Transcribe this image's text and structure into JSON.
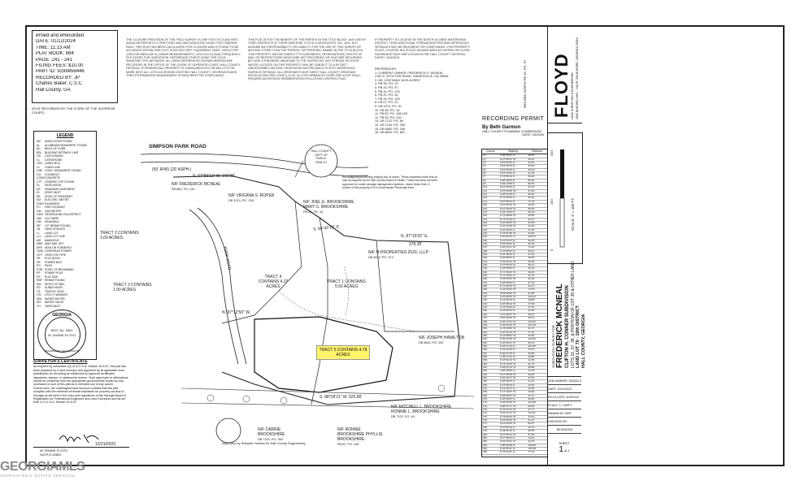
{
  "recording": {
    "lines": [
      "eFiled and eRecorded",
      "DATE: 01/12/2024",
      "TIME: 11:13 AM",
      "PLAT BOOK: 884",
      "PAGE: 241 - 241",
      "FILING FEES: $10.00",
      "PART ID: 9299856446",
      "RECORDED BY: JP",
      "Charles Baker, C.S.C",
      "Hall County, GA"
    ],
    "footer": "(PLAT RECORDED BY THE CLERK OF THE SUPERIOR COURT)"
  },
  "notes": {
    "col1": "THE CLOSURE PRECISION OF THE FIELD SURVEY IS ONE FOOT IN 23,844 FEET, ANGULAR ERROR IS 4\" PER POINT AND WAS ADJUSTED USING THE COMPASS RULE. THIS PLAT HAS BEEN CALCULATED FOR CLOSURE AND IS FOUND TO BE ACCURATE WITHIN ONE FOOT IN 873,802 FEET. EQUIPMENT USED: LEICA TCRP 1205 FOR ANGULAR & LINEAR MEASUREMENTS. LEICA GS 16 DUAL FREQUENCY RTK ROVER FOR HORIZONTAL REFERENCE POINTS USING THE LEICA SMARTNET RTK NETWORK. ALL DEED REFERENCES SHOWN HEREON ARE RECORDED IN THE OFFICE OF THE CLERK OF SUPERIOR COURT, HALL COUNTY, GEORGIA. IF RESIDENTIAL PROPERTY IS SUBDIVIDED INTO SEVEN LOTS OR MORE WITH ALL LOTS ACCESSING EXISTING HALL COUNTY, GEORGIA ROADS, THEN STORMWATER MANAGEMENT IS REQUIRED FOR COMPLIANCE.",
    "col2": "THIS PLAT IS FOR THE BENEFIT OF THE PARTIES IN THE TITLE BLOCK. ANY USE BY THIRD PARTIES IS AT THEIR OWN RISK. FLOYD & ASSOCIATES, INC. WILL NOT ASSUME ANY RESPONSIBILITY OR LIABILITY FOR THE USE OF THIS SURVEY BY ANYONE OTHER THAN THE PERSON, OR PERSONS, NAMED IN THE TITLE BLOCK. THIS PROPERTY MAY BE SUBJECT TO EASEMENTS, RESERVATIONS, RIGHTS OF WAY, OR RESTRICTIONS WHICH ARE NOT RECORDED OR THAT ARE RECORDED, BUT ARE OTHERWISE UNKNOWN TO THE SURVEYOR. ANY STREAM OR STATE WATER LOCATED ON THIS PROPERTY MAY BE SUBJECT TO A 50 FEET UNDISTURBED NATURAL VEGETATIVE BUFFER AND A 75 FEET IMPERVIOUS SURFACE SETBACK. ALL DRIVEWAYS MUST MEET HALL COUNTY DRIVEWAY REGULATIONS PER CODE § 12.40. ALL DISTURBANCES OVER ONE ACRE SHALL REQUIRE AN EROSION SEDIMENTATION POLLUTION CONTROL PLAN.",
    "col3": "IF PROPERTY IS LOCATED IN THE NORTH OCONEE WATERSHED DISTRICT, THEN ADDITIONAL STREAM BUFFERS AND IMPERVIOUS SETBACKS MAY BE REQUIRED FOR COMPLIANCE. THIS PROPERTY IS NOT LOCATED IN A FLOOD HAZARD AREA AS SHOWN ON FLOOD INSURANCE RATE MAP #13139C0175E, HALL COUNTY GEORGIA, DATED: 4/16/2018."
  },
  "references": {
    "title": "REFERENCES:",
    "items": [
      "1. CURRENT OWNER: FREDERICK G. MCNEAL",
      "2100 S. 29TH FOR ROAD, GAINESVILLE, GA 30506,",
      "2. 3/8, CONTAINS 16.55 ACRES",
      "3. PB 38, PG. 13",
      "4. PB 15, PG. 97",
      "5. PB 15, PG. 129",
      "6. PB 20, PG. 44",
      "7. PB 26, PG. 125",
      "8. PB 57, PG. 22",
      "9. DB 1074, PG. 51",
      "10. PB 69, PG. 32",
      "11. PB 63, PG. 108-109",
      "12. PB 82, PG. 240",
      "13. DB 7122, PG. 69",
      "14. DB 7134, PG. 333",
      "15. DB 5682, PG. 259",
      "16. DB 8810, PG. 657"
    ]
  },
  "legend": {
    "title": "LEGEND",
    "items": [
      {
        "sym": "AIF",
        "label": "ANGLE IRON FOUND"
      },
      {
        "sym": "AL",
        "label": "ALUMINUM MONUMENT FOUND"
      },
      {
        "sym": "BC",
        "label": "BACK OF CURB"
      },
      {
        "sym": "BSL",
        "label": "BUILDING SETBACK LINE"
      },
      {
        "sym": "CB",
        "label": "CATCH BASIN"
      },
      {
        "sym": "CL",
        "label": "CENTERLINE"
      },
      {
        "sym": "CBX",
        "label": "CABLE BOX"
      },
      {
        "sym": "CL",
        "label": "CHAIN LINK"
      },
      {
        "sym": "CMF",
        "label": "CONC. MONUMENT FOUND"
      },
      {
        "sym": "CO",
        "label": "CLEANOUT"
      },
      {
        "sym": "CONC",
        "label": "CONCRETE"
      },
      {
        "sym": "CTF",
        "label": "CRIMPED TOP FOUND"
      },
      {
        "sym": "DI",
        "label": "DEED BOOK"
      },
      {
        "sym": "DE",
        "label": "DRAINAGE EASEMENT"
      },
      {
        "sym": "DI",
        "label": "DROP INLET"
      },
      {
        "sym": "EB",
        "label": "EDGE OF PAVEMENT"
      },
      {
        "sym": "EM",
        "label": "ELECTRIC METER"
      },
      {
        "sym": "ESMT",
        "label": "EASEMENT"
      },
      {
        "sym": "FH",
        "label": "FIRE HYDRANT"
      },
      {
        "sym": "GM",
        "label": "GAS METER"
      },
      {
        "sym": "GMS",
        "label": "GEORGIA MILITIA DISTRICT"
      },
      {
        "sym": "GW",
        "label": "GUY WIRE"
      },
      {
        "sym": "HW",
        "label": "HEADWALL"
      },
      {
        "sym": "IPF",
        "label": "1/2\" REBAR FOUND"
      },
      {
        "sym": "JB",
        "label": "JUNCTION BOX"
      },
      {
        "sym": "LL",
        "label": "LAND LOT"
      },
      {
        "sym": "LLL",
        "label": "LAND LOT LINE"
      },
      {
        "sym": "MH",
        "label": "MAINHOLE"
      },
      {
        "sym": "MNS",
        "label": "MAG NAIL SET"
      },
      {
        "sym": "NFR",
        "label": "NOW OR FORMERLY"
      },
      {
        "sym": "OHW",
        "label": "OVERHEAD POWER"
      },
      {
        "sym": "OTP",
        "label": "OPEN TOP PIPE"
      },
      {
        "sym": "PB",
        "label": "PLAT BOOK"
      },
      {
        "sym": "PB",
        "label": "POWER BOX"
      },
      {
        "sym": "PG",
        "label": "PAGE"
      },
      {
        "sym": "POB",
        "label": "POINT OF BEGINNING"
      },
      {
        "sym": "PP",
        "label": "POWER POLE"
      },
      {
        "sym": "PS",
        "label": "PLAT SIZE"
      },
      {
        "sym": "RBF",
        "label": "REBAR FOUND"
      },
      {
        "sym": "RW",
        "label": "RIGHT OF WAY"
      },
      {
        "sym": "SD",
        "label": "SUBDIVISION"
      },
      {
        "sym": "TS",
        "label": "TRAFFIC SIGN"
      },
      {
        "sym": "UTL",
        "label": "UTILITY MARKER"
      },
      {
        "sym": "WM",
        "label": "WATER METER"
      },
      {
        "sym": "WV",
        "label": "WATER VALVE"
      },
      {
        "sym": "YH",
        "label": "YARD INLET"
      }
    ]
  },
  "seal": {
    "ring": "GEORGIA",
    "number": "REG. No. 2801",
    "name": "W. SHANE FLOYD",
    "label": "PROFESSIONAL LAND SURVEYOR"
  },
  "surveyor": {
    "title": "SURVEYOR'S CERTIFICATE",
    "text": "As required by subsection (d) of O.C.G.A. Section 15-6-67, this plat has been prepared by a land surveyor and approved by all applicable local jurisdictions for recording as evidenced by approval certificates, signatures, stamps, or statements hereon. Such approvals or affirmations should be confirmed with the appropriate governmental bodies by any purchaser or user of this plat as to intended use of any parcel. Furthermore, the undersigned land surveyor certifies that this plat complies with the minimum technical standards for property surveys in Georgia as set forth in the rules and regulations of the Georgia Board of Registration for Professional Engineers and Land Surveyors and as set forth in O.C.G.A. Section 15-6-67.",
    "signdate": "12/21/2023",
    "signer": "W. SHANE FLOYD",
    "reg": "GA PLS #2801"
  },
  "map": {
    "road": "SIMPSON PARK ROAD",
    "road_sub": "(50' R/W) (20' ASPH.)",
    "health_stamp": [
      "HALL COUNTY",
      "DEPT OF",
      "PUBLIC",
      "HEALTH"
    ],
    "health_note": "Reconfiguring/combining existing lots of record. These properties meet this lot size as required by the Hall County Board of Health. These lots have not been approved for onsite sewage management systems. Jaden Deas Sole. A portion of this property is in a Groundwater Recharge Area.",
    "fork_road": "FORK ROAD",
    "labels": [
      {
        "id": "mcneal",
        "text": "N/F FREDERICK MCNEAL",
        "sub": "PB 882, PG. 240"
      },
      {
        "id": "roper",
        "text": "N/F VIRGINIA S. ROPER",
        "sub": "DB 1074, PG. 208"
      },
      {
        "id": "joel",
        "text": "N/F JOEL E. BROOKSHIRE MARY C. BROOKSHIRE",
        "sub": "PB 20, PG. 44"
      },
      {
        "id": "mprop",
        "text": "N/F M PROPERTIES 2020, LLLP",
        "sub": "DB 8575, PG. 572"
      },
      {
        "id": "hamilton",
        "text": "N/F JOSEPH HAMILTON",
        "sub": "DB 8810, PG. 657"
      },
      {
        "id": "mitchell",
        "text": "N/F MITCHELL L. BROOKSHIRE RONNIE L. BROOKSHIRE",
        "sub": "DB 7122, PG. 69"
      },
      {
        "id": "carrie",
        "text": "N/F CARRIE BROOKSHIRE",
        "sub": "DB 7224, PG. 360"
      },
      {
        "id": "ronnie",
        "text": "N/F RONNIE BROOKSHIRE PHYLLIS BROOKSHIRE",
        "sub": "PB 63, PG. 108"
      }
    ],
    "tracts": [
      {
        "id": "t2",
        "text": "TRACT 2 CONTAINS 1.00 ACRES"
      },
      {
        "id": "t3",
        "text": "TRACT 3 CONTAINS 1.00 ACRES"
      },
      {
        "id": "t4",
        "text": "TRACT 4 CONTAINS 4.27 ACRES"
      },
      {
        "id": "t1",
        "text": "TRACT 1 CONTAINS 5.50 ACRES"
      },
      {
        "id": "t5",
        "text": "TRACT 5 CONTAINS 4.78 ACRES"
      }
    ],
    "bearings": [
      {
        "id": "b1",
        "text": "S. 07°55'13\" W. 103.86'"
      },
      {
        "id": "b2",
        "text": "S. 84°45'18\" E."
      },
      {
        "id": "b3",
        "text": "N. 87°15'02\" E."
      },
      {
        "id": "b4",
        "text": "379.35'"
      },
      {
        "id": "b5",
        "text": "S. 88°28'21\" W. 525.80'"
      },
      {
        "id": "b6",
        "text": "N. 87°12'50\" W."
      }
    ],
    "approved": "Approved by Srikanth Yamala for Hall County Engineering"
  },
  "permit": {
    "title": "RECORDING PERMIT",
    "by": "By Beth Garmon",
    "agency": "HALL COUNTY PLANNING COMMISSION",
    "date": "DATE: 1/5/2024"
  },
  "course_table": {
    "headers": [
      "Course",
      "Bearing",
      "Distance"
    ],
    "rows": [
      [
        "(1)",
        "N 69°35'27\" E",
        "28.44'"
      ],
      [
        "(2)",
        "S 07°55'13\" W",
        "50.42'"
      ],
      [
        "(3)",
        "S 84°53'25\" E",
        "41.81'"
      ],
      [
        "(4)",
        "S 84°45'18\" E",
        "33.30'"
      ],
      [
        "(5)",
        "S 84°45'18\" E",
        "69.43'"
      ],
      [
        "(6)",
        "S 87°42'35\" E",
        "91.78'"
      ],
      [
        "(7)",
        "S 76°54'33\" E",
        "69.48'"
      ],
      [
        "(8)",
        "S 88°18'20\" E",
        "55.46'"
      ],
      [
        "(9)",
        "S 89°13'50\" E",
        "82.84'"
      ],
      [
        "(10)",
        "S 64°36'25\" E",
        "51.24'"
      ],
      [
        "(11)",
        "N 57°50'56\" W",
        "57.06'"
      ],
      [
        "(12)",
        "S 08°12'49\" E",
        "30.36'"
      ],
      [
        "(13)",
        "N 72°48'30\" E",
        "30.30'"
      ],
      [
        "(14)",
        "S 87°05'23\" E",
        "77.23'"
      ],
      [
        "(15)",
        "S 87°33'45\" W",
        "45.38'"
      ],
      [
        "(16)",
        "S 02°16'00\" W",
        "35.45'"
      ],
      [
        "(17)",
        "S 18°14'53\" E",
        "55.76'"
      ],
      [
        "(18)",
        "N 71°28'06\" W",
        "29.95'"
      ],
      [
        "(19)",
        "S 71°27'46\" E",
        "52.67'"
      ],
      [
        "(20)",
        "S 06°28'39\" W",
        "56.48'"
      ],
      [
        "(21)",
        "S 02°14'49\" W",
        "44.35'"
      ],
      [
        "(22)",
        "S 10°44'03\" E",
        "47.00'"
      ],
      [
        "(23)",
        "S 33°31'08\" W",
        "51.96'"
      ],
      [
        "(24)",
        "S 50°02'24\" E",
        "105.97'"
      ],
      [
        "(25)",
        "S 24°34'12\" E",
        "49.25'"
      ],
      [
        "(26)",
        "S 59°26'02\" E",
        "52.35'"
      ],
      [
        "(27)",
        "S 28°14'11\" W",
        "71.24'"
      ],
      [
        "(28)",
        "S 79°38'41\" E",
        "59.24'"
      ],
      [
        "(29)",
        "S 15°18'36\" E",
        "47.34'"
      ],
      [
        "(30)",
        "S 56°58'24\" E",
        "48.06'"
      ],
      [
        "(31)",
        "S 25°15'15\" W",
        "30.96'"
      ],
      [
        "(32)",
        "S 37°56'20\" W",
        "28.14'"
      ],
      [
        "(33)",
        "S 19°55'06\" E",
        "30.34'"
      ],
      [
        "(34)",
        "S 71°16'06\" W",
        "39.05'"
      ],
      [
        "(35)",
        "N 77°10'01\" E",
        "26.76'"
      ],
      [
        "(36)",
        "S 78°06'45\" W",
        "32.18'"
      ],
      [
        "(37)",
        "S 46°50'54\" E",
        "27.16'"
      ],
      [
        "(38)",
        "N 71°28'10\" W",
        "53.17'"
      ],
      [
        "(39)",
        "N 34°20'32\" W",
        "74.75'"
      ],
      [
        "(40)",
        "S 83°09'53\" W",
        "97.68'"
      ],
      [
        "(41)",
        "S 62°08'25\" W",
        "109.23'"
      ],
      [
        "(42)",
        "S 13°00'16\" E",
        "29.88'"
      ],
      [
        "(43)",
        "S 36°48'19\" W",
        "47.68'"
      ],
      [
        "(44)",
        "S 14°16'40\" E",
        "27.53'"
      ],
      [
        "(45)",
        "S 02°04'19\" E",
        "31.86'"
      ],
      [
        "(46)",
        "S 31°48'47\" W",
        "28.07'"
      ],
      [
        "(47)",
        "S 80°49'40\" W",
        "50.51'"
      ],
      [
        "(48)",
        "N 52°47'02\" W",
        "125.52'"
      ],
      [
        "(49)",
        "N 49°26'19\" W",
        "102.29'"
      ],
      [
        "(50)",
        "N 72°48'56\" W",
        "52.76'"
      ],
      [
        "(51)",
        "N 67°21'04\" W",
        "77.32'"
      ],
      [
        "(52)",
        "N 27°08'54\" W",
        "32.55'"
      ],
      [
        "(53)",
        "N 36°44'36\" W",
        "103.84'"
      ],
      [
        "(54)",
        "S 10°46'11\" W",
        "50.14'"
      ],
      [
        "(55)",
        "N 35°47'13\" E",
        "112.58'"
      ],
      [
        "(56)",
        "S 75°12'40\" E",
        "79.51'"
      ],
      [
        "(57)",
        "N 66°37'03\" E",
        "84.88'"
      ],
      [
        "(58)",
        "N 39°17'42\" E",
        "49.88'"
      ],
      [
        "(59)",
        "S 32°53'42\" W",
        "24.35'"
      ],
      [
        "(60)",
        "N 14°16'40\" W",
        "62.73'"
      ],
      [
        "(61)",
        "N 02°52'13\" W",
        "48.88'"
      ],
      [
        "(62)",
        "S 86°18'54\" E",
        "14.29'"
      ],
      [
        "(63)",
        "S 27°05'35\" W",
        "40.05'"
      ],
      [
        "(64)",
        "S 56°12'17\" W",
        "37.50'"
      ],
      [
        "(65)",
        "S 08°18'45\" E",
        "41.04'"
      ],
      [
        "(66)",
        "S 07°50'18\" E",
        "16.52'"
      ],
      [
        "(67)",
        "S 04°19'27\" E",
        "20.96'"
      ],
      [
        "(68)",
        "N 77°19'41\" W",
        "43.28'"
      ],
      [
        "(69)",
        "S 89°50'07\" W",
        "47.21'"
      ],
      [
        "(70)",
        "N 02°49'37\" E",
        "45.86'"
      ],
      [
        "(71)",
        "S 60°59'09\" W",
        "102.89'"
      ],
      [
        "(72)",
        "N 86°37'17\" W",
        "69.00'"
      ],
      [
        "(73)",
        "N 72°11'13\" W",
        "47.71'"
      ],
      [
        "(74)",
        "N 87°44'12\" W",
        "124.91'"
      ],
      [
        "(75)",
        "N 73°09'03\" W",
        "72.49'"
      ],
      [
        "(76)",
        "S 64°09'05\" W",
        "61.41'"
      ],
      [
        "(77)",
        "S 64°45'18\" W",
        "66.67'"
      ],
      [
        "(78)",
        "N 07°55'13\" E",
        "34.74'"
      ],
      [
        "(79)",
        "N 03°55'13\" E",
        "38.95'"
      ],
      [
        "(80)",
        "S 07°55'13\" W",
        "87.58'"
      ],
      [
        "(81)",
        "S 07°48'12\" E",
        "14.40'"
      ],
      [
        "(82)",
        "S 87°32'21\" W",
        "22.15'"
      ],
      [
        "(83)",
        "N 86°56'08\" E",
        "106.86'"
      ],
      [
        "(84)",
        "S 25°55'41\" E",
        "154.68'"
      ],
      [
        "(85)",
        "N 79°34'31\" E",
        "77.43'"
      ]
    ]
  },
  "title_block": {
    "company": "FLOYD",
    "company_sub": "LAND SURVEYING & ENGINEERING",
    "address": "2800 BUFORD HWY. - SUITE 305 BUFORD, GEORGIA 30518",
    "north": "RECORD NORTH PB 15, PG. 97",
    "scale": "SCALE: 1\" = 150 FT.",
    "scale_ticks": [
      "0'",
      "150'",
      "300'"
    ],
    "project": [
      "SUBDIVISION SURVEY FOR:",
      "FREDERICK MCNEAL",
      "CLIFTON H. CONNER SUBDIVISION",
      "LOTS 21, 37, 38, & PORTION OF LOT 39 & OTHER LAND",
      "LAND LOT 70 - 10th DISTRICT",
      "HALL COUNTY, GEORGIA"
    ],
    "rows": [
      "JOB NUMBER: JN2022-36",
      "DATE: 12/21/2023",
      "FIELD DATE: 5/18/2022",
      "SCALE: 1\"=150FT",
      "DRAWN BY: WSF",
      "CHECKED BY:",
      "REVISIONS"
    ],
    "sheet_label": "SHEET",
    "sheet_num": "1",
    "sheet_of": "of 1"
  },
  "watermark": {
    "brand": "GEORGIAMLS",
    "sub": "GEORGIA REAL ESTATE SERVICES"
  }
}
